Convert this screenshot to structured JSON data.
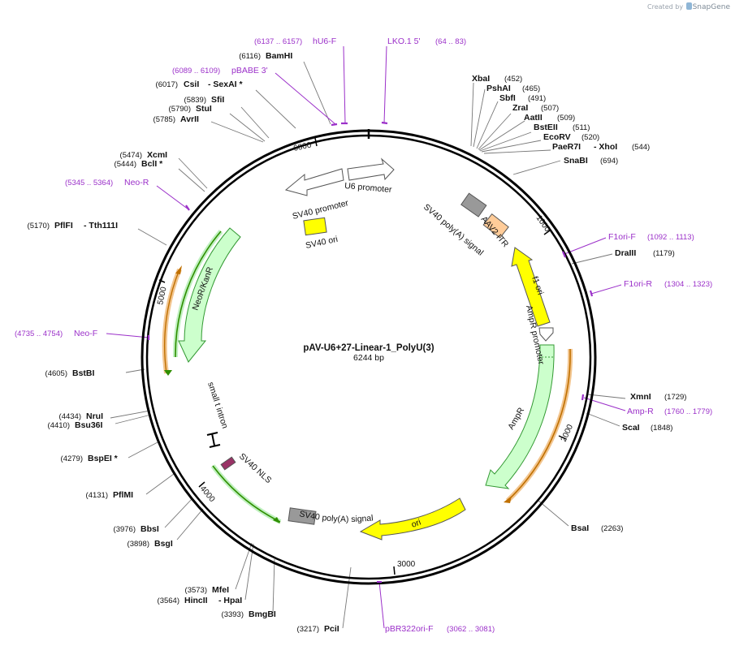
{
  "credit": {
    "prefix": "Created by",
    "brand": "SnapGene"
  },
  "map": {
    "name": "pAV-U6+27-Linear-1_PolyU(3)",
    "length": "6244 bp",
    "total_bp": 6244,
    "ticks": [
      "1000",
      "2000",
      "3000",
      "4000",
      "5000",
      "6000"
    ]
  },
  "enzymes": [
    {
      "name": "BamHI",
      "pos": "(6116)"
    },
    {
      "name": "CsiI",
      "pos": "(6017)",
      "alt": "- SexAI *"
    },
    {
      "name": "SfiI",
      "pos": "(5839)"
    },
    {
      "name": "StuI",
      "pos": "(5790)"
    },
    {
      "name": "AvrII",
      "pos": "(5785)"
    },
    {
      "name": "XcmI",
      "pos": "(5474)"
    },
    {
      "name": "BclI *",
      "pos": "(5444)"
    },
    {
      "name": "PflFI",
      "pos": "(5170)",
      "alt": "- Tth111I"
    },
    {
      "name": "BstBI",
      "pos": "(4605)"
    },
    {
      "name": "NruI",
      "pos": "(4434)"
    },
    {
      "name": "Bsu36I",
      "pos": "(4410)"
    },
    {
      "name": "BspEI *",
      "pos": "(4279)"
    },
    {
      "name": "PflMI",
      "pos": "(4131)"
    },
    {
      "name": "BbsI",
      "pos": "(3976)"
    },
    {
      "name": "BsgI",
      "pos": "(3898)"
    },
    {
      "name": "MfeI",
      "pos": "(3573)"
    },
    {
      "name": "HincII",
      "pos": "(3564)",
      "alt": "- HpaI"
    },
    {
      "name": "BmgBI",
      "pos": "(3393)"
    },
    {
      "name": "PciI",
      "pos": "(3217)"
    },
    {
      "name": "XbaI",
      "pos": "(452)"
    },
    {
      "name": "PshAI",
      "pos": "(465)"
    },
    {
      "name": "SbfI",
      "pos": "(491)"
    },
    {
      "name": "ZraI",
      "pos": "(507)"
    },
    {
      "name": "AatII",
      "pos": "(509)"
    },
    {
      "name": "BstEII",
      "pos": "(511)"
    },
    {
      "name": "EcoRV",
      "pos": "(520)"
    },
    {
      "name": "PaeR7I",
      "pos": "(544)",
      "alt": "- XhoI"
    },
    {
      "name": "SnaBI",
      "pos": "(694)"
    },
    {
      "name": "DraIII",
      "pos": "(1179)"
    },
    {
      "name": "XmnI",
      "pos": "(1729)"
    },
    {
      "name": "ScaI",
      "pos": "(1848)"
    },
    {
      "name": "BsaI",
      "pos": "(2263)"
    }
  ],
  "primers": [
    {
      "name": "hU6-F",
      "pos": "(6137 .. 6157)"
    },
    {
      "name": "LKO.1 5'",
      "pos": "(64 .. 83)"
    },
    {
      "name": "pBABE 3'",
      "pos": "(6089 .. 6109)"
    },
    {
      "name": "Neo-R",
      "pos": "(5345 .. 5364)"
    },
    {
      "name": "Neo-F",
      "pos": "(4735 .. 4754)"
    },
    {
      "name": "F1ori-F",
      "pos": "(1092 .. 1113)"
    },
    {
      "name": "F1ori-R",
      "pos": "(1304 .. 1323)"
    },
    {
      "name": "Amp-R",
      "pos": "(1760 .. 1779)"
    },
    {
      "name": "pBR322ori-F",
      "pos": "(3062 .. 3081)"
    }
  ],
  "features": {
    "u6_promoter": "U6 promoter",
    "sv40_promoter": "SV40 promoter",
    "sv40_ori": "SV40 ori",
    "aav2_itr": "AAV2 ITR",
    "sv40_polya_1": "SV40 poly(A) signal",
    "f1_ori": "f1 ori",
    "ampr_promoter": "AmpR promoter",
    "ampr": "AmpR",
    "ori": "ori",
    "sv40_polya_2": "SV40 poly(A) signal",
    "sv40_nls": "SV40 NLS",
    "small_t_intron": "small t intron",
    "neor": "NeoR/KanR"
  },
  "colors": {
    "primer": "#9b30c9",
    "f1ori": "#ffff00",
    "ampr": "#ccffcc",
    "ampr_border": "#339933",
    "ori": "#ffff00",
    "polya": "#999999",
    "itr": "#ffcc99",
    "nls": "#993366",
    "orange_line": "#d98c00",
    "green_line": "#2f8f00"
  }
}
